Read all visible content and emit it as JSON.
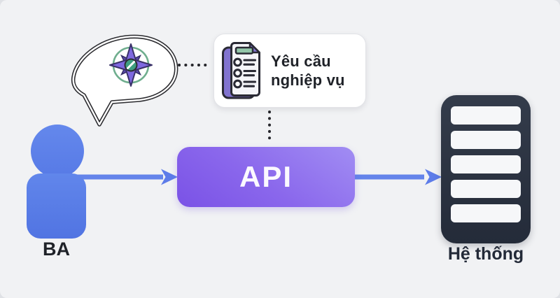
{
  "diagram": {
    "actor": {
      "label": "BA"
    },
    "api": {
      "label": "API"
    },
    "system": {
      "label": "Hệ thống",
      "slot_count": 5
    },
    "requirement_card": {
      "line1": "Yêu cầu",
      "line2": "nghiệp vụ"
    },
    "icons": {
      "speech_bubble": "speech-bubble-outline",
      "compass": "compass-rose",
      "clipboard": "clipboard-checklist",
      "person": "person-silhouette",
      "server": "server-rack"
    },
    "colors": {
      "canvas_bg": "#f1f2f4",
      "api_gradient_light": "#a18df3",
      "api_gradient_dark": "#7a52e6",
      "arrow_blue": "#6484ea",
      "person_blue": "#5b80e8",
      "server_dark": "#2a3140",
      "text_dark": "#1f2228",
      "compass_green": "#6fae8e",
      "compass_purple": "#7e68e0",
      "clipboard_purple": "#8173cf",
      "card_bg": "#ffffff",
      "dotted_line": "#26262b"
    }
  }
}
